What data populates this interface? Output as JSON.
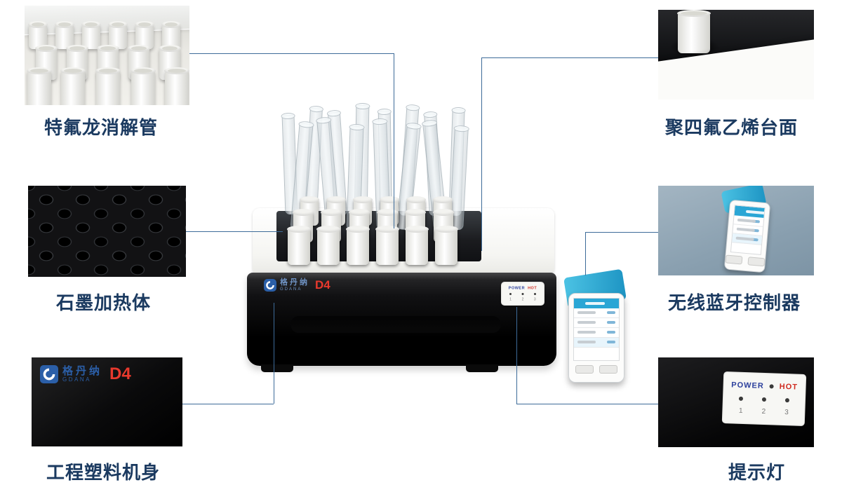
{
  "style": {
    "background": "#ffffff",
    "label_color": "#1b3a60",
    "line_color": "#3d6b99",
    "brand_blue": "#2b5fa8",
    "brand_red": "#e8392d",
    "screen_blue": "#2aa6d5"
  },
  "callouts": {
    "teflon_tubes": {
      "label": "特氟龙消解管"
    },
    "graphite_heater": {
      "label": "石墨加热体"
    },
    "plastic_body": {
      "label": "工程塑料机身"
    },
    "ptfe_deck": {
      "label": "聚四氟乙烯台面"
    },
    "bluetooth_controller": {
      "label": "无线蓝牙控制器"
    },
    "indicator_lights": {
      "label": "提示灯"
    }
  },
  "device": {
    "brand_cn": "格丹纳",
    "brand_en": "GDANA",
    "model": "D4",
    "panel": {
      "power_label": "POWER",
      "hot_label": "HOT",
      "indicator_numbers": [
        "1",
        "2",
        "3"
      ]
    }
  }
}
